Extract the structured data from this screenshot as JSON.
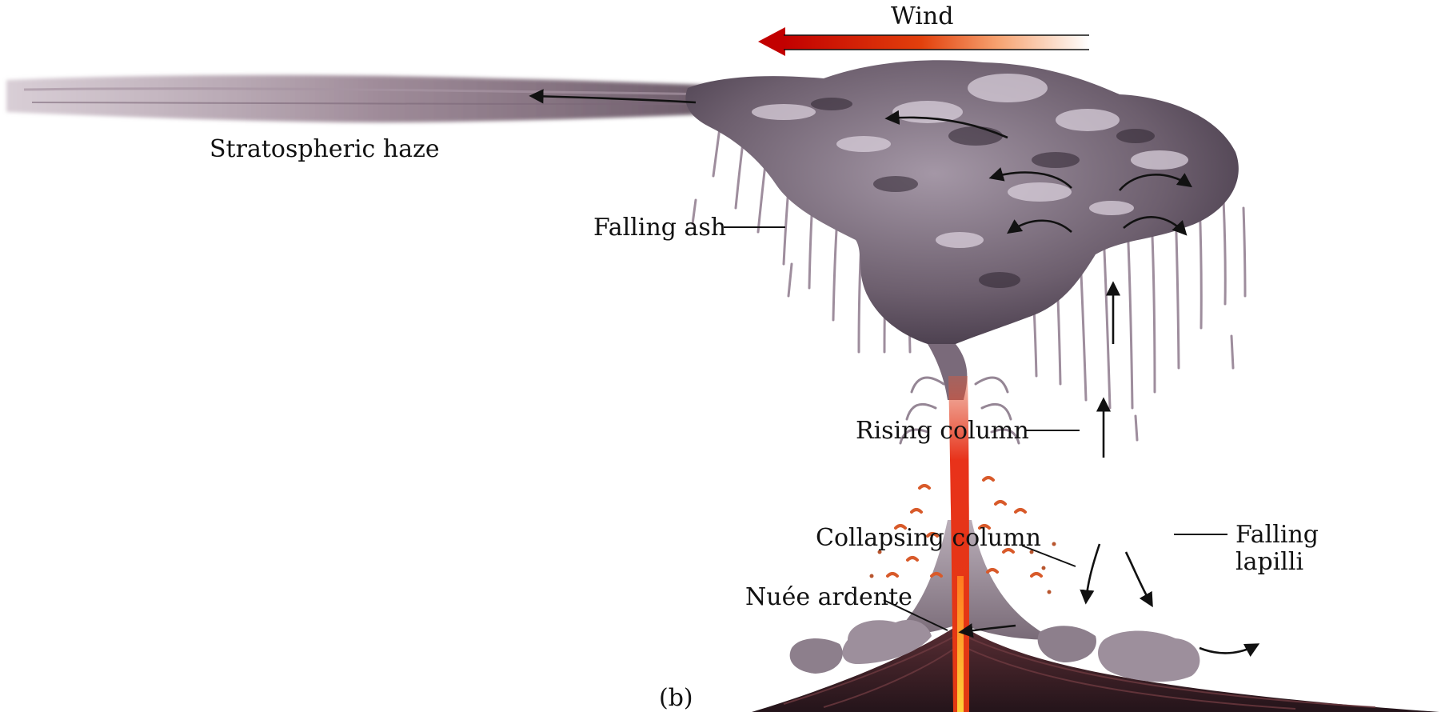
{
  "figure": {
    "panel_label": "(b)",
    "labels": {
      "wind": "Wind",
      "stratospheric_haze": "Stratospheric haze",
      "falling_ash": "Falling ash",
      "rising_column": "Rising column",
      "collapsing_column": "Collapsing column",
      "falling_lapilli_line1": "Falling",
      "falling_lapilli_line2": "lapilli",
      "nuee_ardente": "Nuée ardente"
    },
    "colors": {
      "ash_cloud": "#6e5f6e",
      "ash_highlight": "#d8d0da",
      "ash_shadow": "#2e2430",
      "haze": "#8a7484",
      "lava": "#e8321a",
      "lava_core": "#ffb020",
      "lapilli": "#d85a2a",
      "ground": "#3a1e22",
      "wind_arrow": "#cc0000",
      "text": "#111111"
    }
  }
}
